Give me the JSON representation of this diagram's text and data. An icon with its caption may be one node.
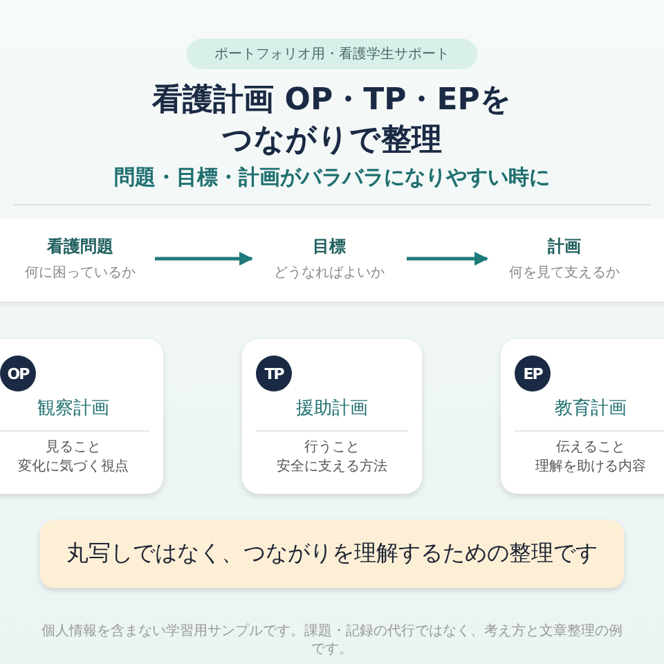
{
  "diagram": {
    "title": "看護計画 OP・TP・EPをつながりで整理",
    "nodes": [
      {
        "text": [
          "ポートフォリオ用・看護学生サポート"
        ]
      },
      {
        "text": [],
        "shape": "box"
      },
      {
        "text": [
          "看護問題",
          "何に困っているか"
        ],
        "in": 1
      },
      {
        "text": [
          "目標",
          "どうなればよいか"
        ],
        "in": 1
      },
      {
        "text": [
          "計画",
          "何を見て支えるか"
        ],
        "in": 1
      },
      {
        "text": [
          "観察計画",
          "見ること",
          "変化に気づく視点"
        ]
      },
      {
        "text": [
          "OP"
        ],
        "in": 5
      },
      {
        "text": [
          "援助計画",
          "行うこと",
          "安全に支える方法"
        ]
      },
      {
        "text": [
          "TP"
        ],
        "in": 7
      },
      {
        "text": [
          "教育計画",
          "伝えること",
          "理解を助ける内容"
        ]
      },
      {
        "text": [
          "EP"
        ],
        "in": 9
      },
      {
        "text": [
          "丸写しではなく、つながりを理解するための整理です"
        ]
      }
    ],
    "edges": [
      {
        "from": 2,
        "to": 3,
        "arrow": "to"
      },
      {
        "from": 3,
        "to": 4,
        "arrow": "to"
      }
    ],
    "labels": [
      "問題・目標・計画がバラバラになりやすい時に",
      "個人情報を含まない学習用サンプルです。課題・記録の代行ではなく、考え方と文章整理の例です。"
    ]
  }
}
